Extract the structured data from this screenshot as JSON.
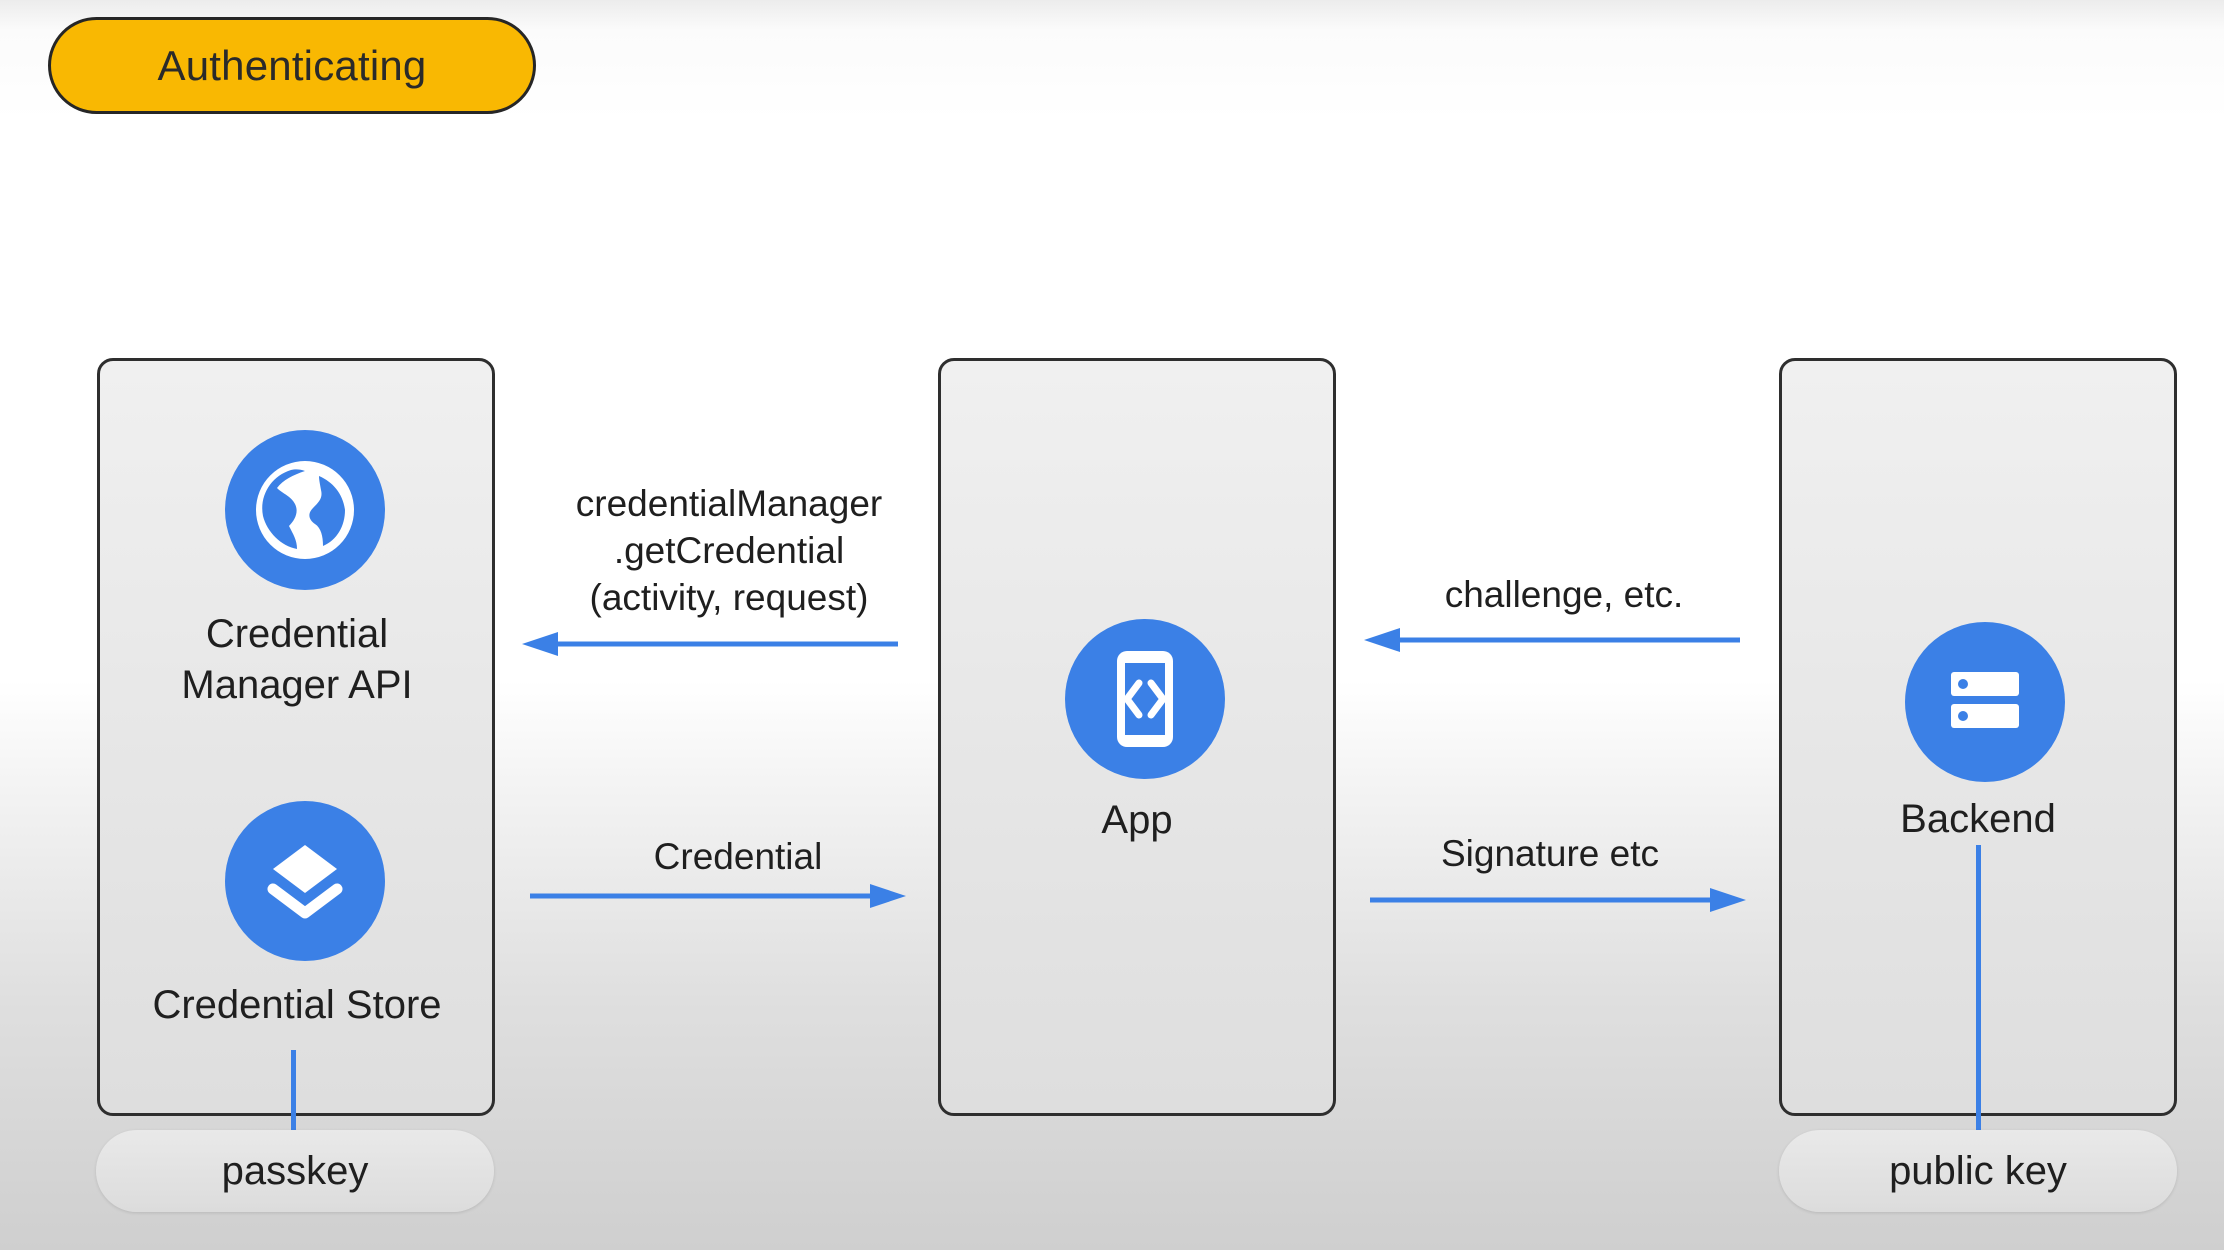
{
  "header": {
    "title": "Authenticating"
  },
  "nodes": {
    "credential_manager_api": {
      "label_line1": "Credential",
      "label_line2": "Manager API",
      "icon": "globe-icon"
    },
    "credential_store": {
      "label": "Credential Store",
      "icon": "layers-icon"
    },
    "app": {
      "label": "App",
      "icon": "android-code-icon"
    },
    "backend": {
      "label": "Backend",
      "icon": "server-icon"
    }
  },
  "pills": {
    "passkey": "passkey",
    "public_key": "public key"
  },
  "edges": {
    "get_credential": {
      "line1": "credentialManager",
      "line2": ".getCredential",
      "line3": "(activity, request)"
    },
    "credential": "Credential",
    "challenge": "challenge, etc.",
    "signature": "Signature etc"
  },
  "colors": {
    "accent_blue": "#3b80e6",
    "title_yellow": "#f9b802",
    "box_border": "#2e2e2e"
  }
}
